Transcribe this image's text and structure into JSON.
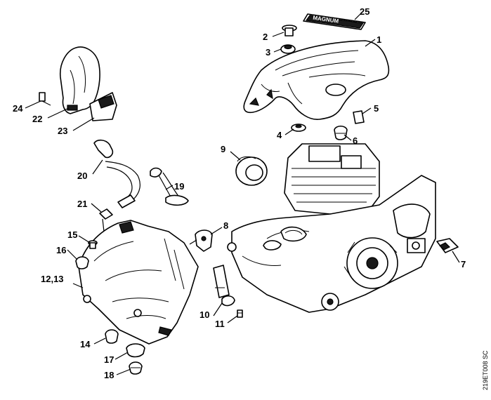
{
  "badge": {
    "text": "MAGNUM"
  },
  "callouts": {
    "c1": "1",
    "c2": "2",
    "c3": "3",
    "c4": "4",
    "c5": "5",
    "c6": "6",
    "c7": "7",
    "c8": "8",
    "c9": "9",
    "c10": "10",
    "c11": "11",
    "c12_13": "12,13",
    "c14": "14",
    "c15": "15",
    "c16": "16",
    "c17": "17",
    "c18": "18",
    "c19": "19",
    "c20": "20",
    "c21": "21",
    "c22": "22",
    "c23": "23",
    "c24": "24",
    "c25": "25"
  },
  "drawing_code": "219ET008 SC"
}
